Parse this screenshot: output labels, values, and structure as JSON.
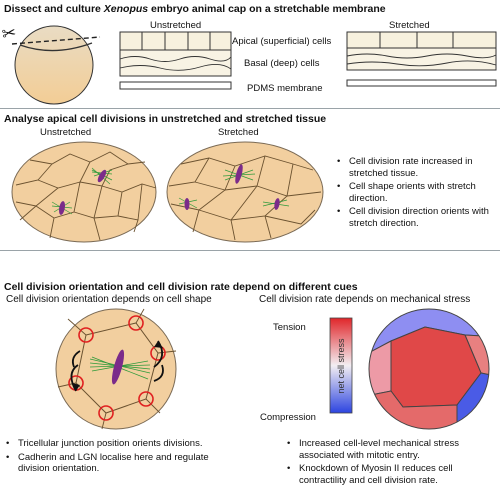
{
  "section1": {
    "title_pre": "Dissect and culture ",
    "title_italic": "Xenopus",
    "title_post": " embryo animal cap on a stretchable membrane",
    "unstretched_label": "Unstretched",
    "stretched_label": "Stretched",
    "apical_label": "Apical (superficial) cells",
    "basal_label": "Basal (deep) cells",
    "pdms_label": "PDMS membrane"
  },
  "section2": {
    "title": "Analyse apical cell divisions in unstretched and stretched tissue",
    "unstretched_label": "Unstretched",
    "stretched_label": "Stretched",
    "bullets": [
      "Cell division rate increased in stretched tissue.",
      "Cell shape orients with stretch direction.",
      "Cell division direction orients with stretch direction."
    ]
  },
  "section3": {
    "title": "Cell division orientation and cell division rate depend on different cues",
    "left_subtitle": "Cell division orientation depends on cell shape",
    "right_subtitle": "Cell division rate depends on mechanical stress",
    "tension_label": "Tension",
    "compression_label": "Compression",
    "colorbar_label": "net cell stress",
    "left_bullets": [
      "Tricellular junction position orients divisions.",
      "Cadherin and LGN localise here and regulate division orientation."
    ],
    "right_bullets": [
      "Increased cell-level mechanical stress associated with mitotic entry.",
      "Knockdown of Myosin II reduces cell contractility and cell division rate."
    ]
  },
  "colors": {
    "tissue": "#f2cf9f",
    "cell_edge": "#6b5230",
    "spindle": "#2e9a3a",
    "chromosome": "#7b2b8a",
    "junction_circle": "#e02020",
    "tension": "#e0262a",
    "compression": "#2c44e0",
    "separator": "#9aa3a8"
  },
  "icons": [
    "scissors-icon",
    "dashed-cut-line-icon",
    "curved-arrow-icon"
  ]
}
